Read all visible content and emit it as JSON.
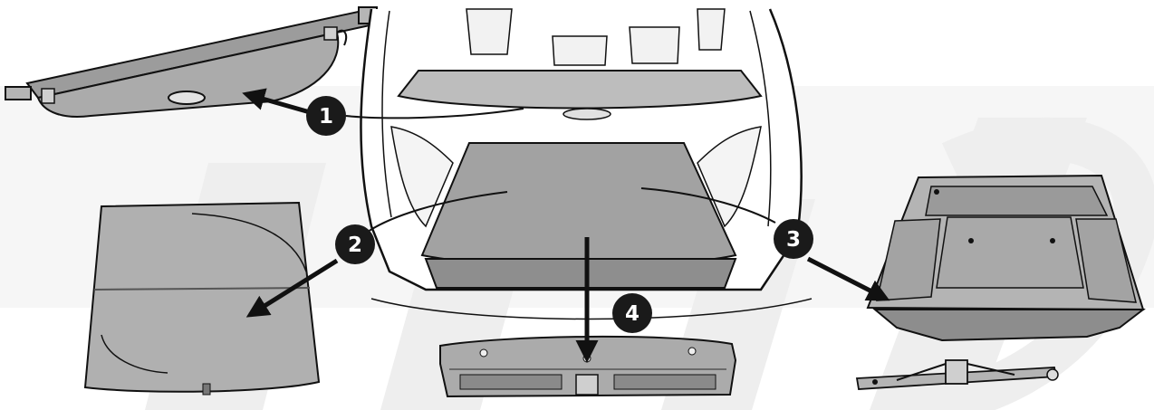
{
  "callouts": [
    {
      "number": "1",
      "part": "load-cover"
    },
    {
      "number": "2",
      "part": "luggage-floor-panel"
    },
    {
      "number": "3",
      "part": "storage-tray"
    },
    {
      "number": "4",
      "part": "sill-trim-panel"
    }
  ],
  "colors": {
    "panel_fill": "#a9a9a9",
    "panel_light": "#c4c4c4",
    "panel_dark": "#8e8e8e",
    "outline": "#111111",
    "watermark": "#efefef",
    "callout_fill": "#1a1a1a",
    "callout_text": "#ffffff"
  }
}
